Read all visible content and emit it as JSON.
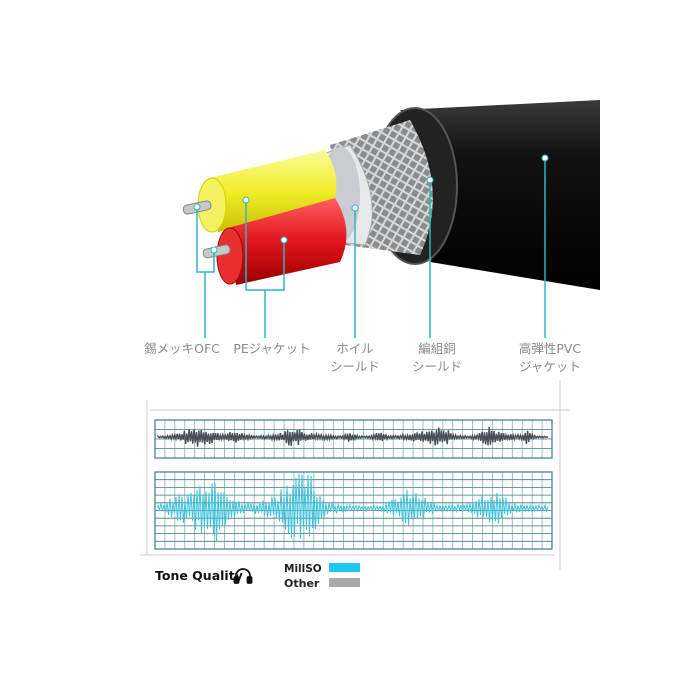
{
  "labels": {
    "conductor": "錫メッキOFC",
    "pe_jacket": "PEジャケット",
    "foil": [
      "ホイル",
      "シールド"
    ],
    "braid": [
      "編組銅",
      "シールド"
    ],
    "pvc": [
      "高弾性PVC",
      "ジャケット"
    ]
  },
  "legend": {
    "title": "Tone Quality",
    "icon": "headphones-icon",
    "items": [
      {
        "name": "MillSO",
        "color": "#1ec8ee"
      },
      {
        "name": "Other",
        "color": "#aaaaaa"
      }
    ]
  },
  "colors": {
    "accent": "#2bb6c8",
    "wave_other": "#4a4f55",
    "wave_mill": "#3cc3dd",
    "grid": "#3c7b86"
  }
}
